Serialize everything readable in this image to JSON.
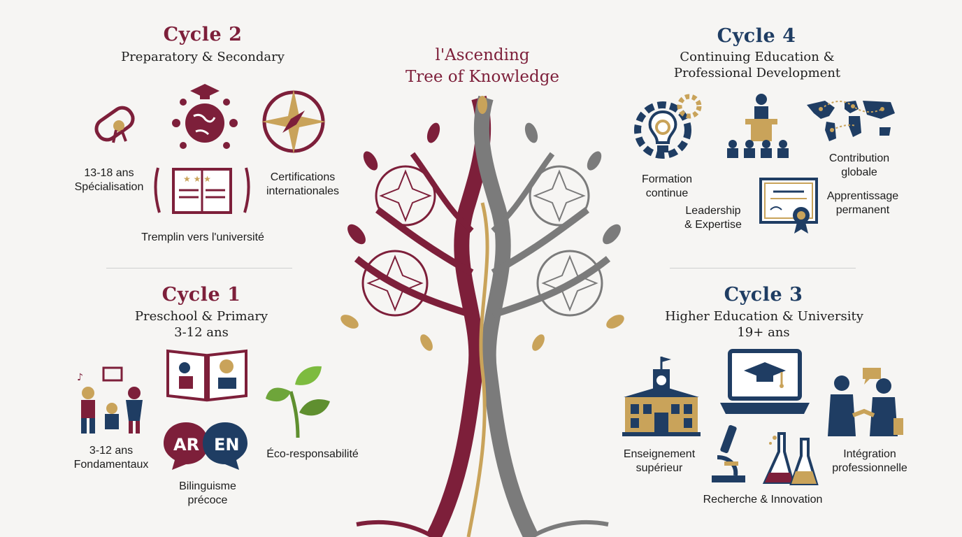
{
  "tree": {
    "title_line1": "l'Ascending",
    "title_line2": "Tree of Knowledge"
  },
  "cycle2": {
    "title": "Cycle 2",
    "subtitle": "Preparatory & Secondary",
    "labels": {
      "age": "13-18 ans\nSpécialisation",
      "certs": "Certifications\ninternationales",
      "springboard": "Tremplin vers l'université"
    }
  },
  "cycle1": {
    "title": "Cycle 1",
    "subtitle": "Preschool & Primary",
    "age": "3-12 ans",
    "labels": {
      "fundamentals": "3-12 ans\nFondamentaux",
      "bilingual": "Bilinguisme\nprécoce",
      "eco": "Éco-responsabilité"
    },
    "lang_bubbles": [
      "AR",
      "EN"
    ]
  },
  "cycle4": {
    "title": "Cycle 4",
    "subtitle_line1": "Continuing Education &",
    "subtitle_line2": "Professional Development",
    "labels": {
      "formation": "Formation\ncontinue",
      "leadership": "Leadership\n& Expertise",
      "global": "Contribution\nglobale",
      "lifelong": "Apprentissage\npermanent"
    }
  },
  "cycle3": {
    "title": "Cycle 3",
    "subtitle": "Higher Education & University",
    "age": "19+ ans",
    "labels": {
      "higher": "Enseignement\nsupérieur",
      "research": "Recherche & Innovation",
      "professional": "Intégration\nprofessionnelle"
    }
  },
  "colors": {
    "maroon": "#7d1f3a",
    "gold": "#c9a35a",
    "gray": "#7b7b7b",
    "navy": "#1f3d63"
  }
}
